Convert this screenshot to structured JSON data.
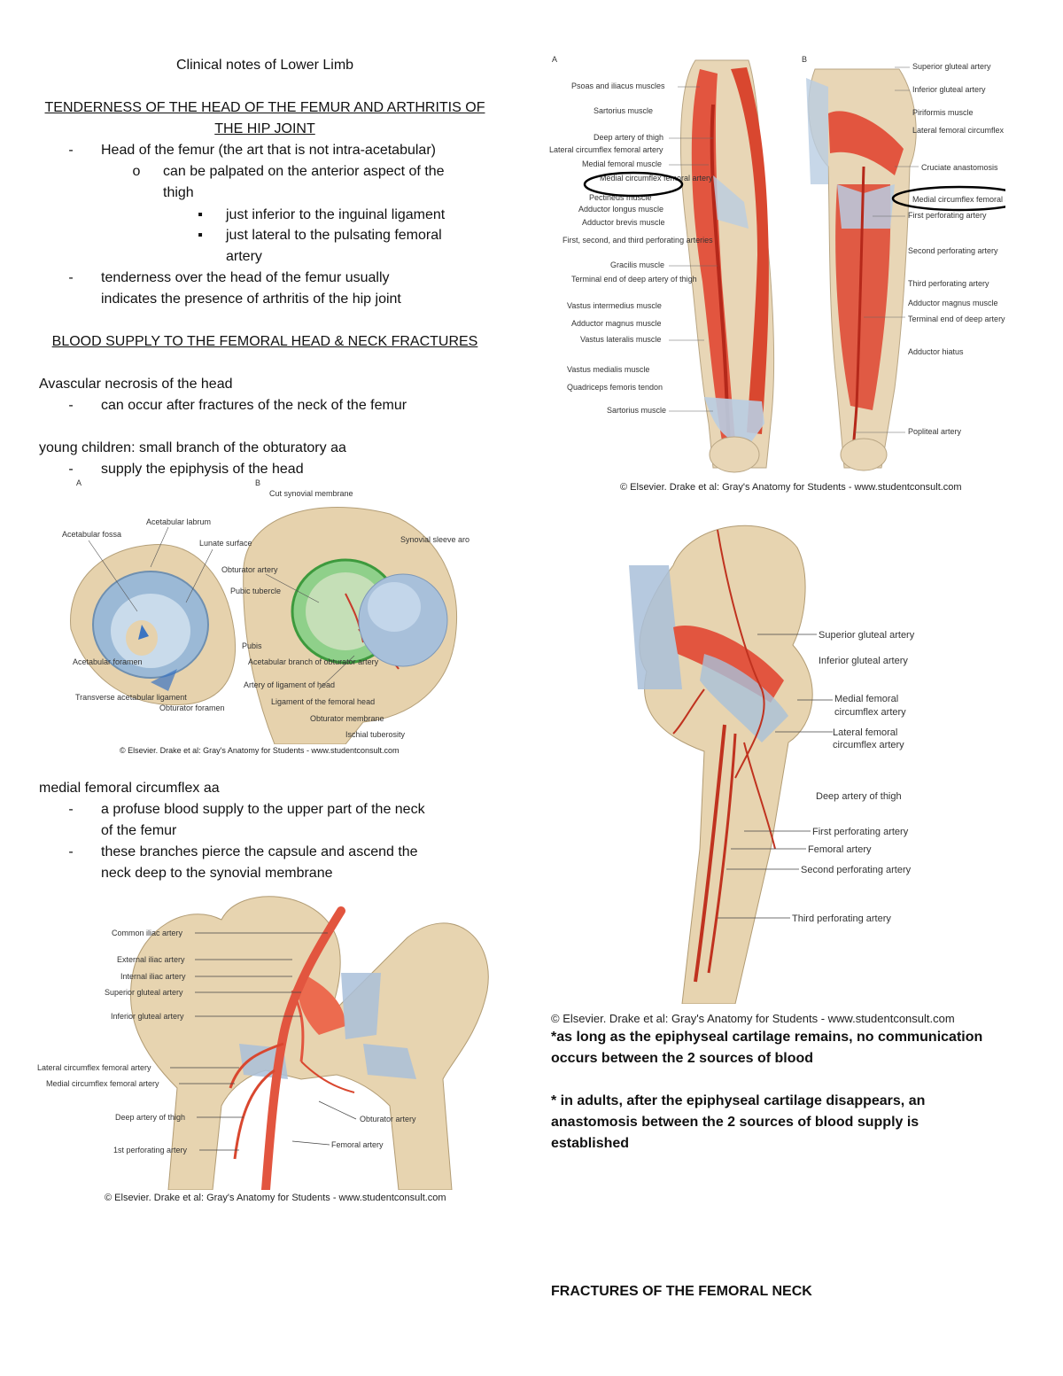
{
  "left": {
    "title": "Clinical notes of Lower Limb",
    "h1_line1": "TENDERNESS OF THE HEAD OF THE FEMUR AND ARTHRITIS OF",
    "h1_line2": "THE HIP JOINT",
    "b1": "Head of the femur (the art that is not intra-acetabular)",
    "b1a_l1": "can be palpated on the anterior aspect of the",
    "b1a_l2": "thigh",
    "b1a1": "just inferior to the inguinal ligament",
    "b1a2_l1": "just lateral to the pulsating femoral",
    "b1a2_l2": "artery",
    "b2_l1": "tenderness over the head of the femur usually",
    "b2_l2": "indicates the presence of arthritis of the hip joint",
    "h2": "BLOOD SUPPLY TO THE FEMORAL HEAD & NECK FRACTURES",
    "p1": "Avascular necrosis of the head",
    "p1b": "can occur after fractures of the neck of the femur",
    "p2": "young children: small branch of the obturatory aa",
    "p2b": "supply the epiphysis of the head",
    "p3": "medial femoral circumflex aa",
    "p3b_l1": "a profuse blood supply to the upper part of the neck",
    "p3b_l2": "of the femur",
    "p3c_l1": "these branches pierce the capsule and ascend the",
    "p3c_l2": "neck deep to the synovial membrane",
    "dash": "-",
    "circle": "o",
    "square": "▪"
  },
  "right": {
    "note1_l1": "*as long as the epiphyseal cartilage remains, no communication",
    "note1_l2": "occurs between the 2 sources of blood",
    "note2_l1": "* in adults, after the epiphyseal cartilage disappears, an",
    "note2_l2": "anastomosis between the 2 sources of blood supply is",
    "note2_l3": "established",
    "h3": "FRACTURES OF THE FEMORAL NECK"
  },
  "figures": {
    "fig1": {
      "panel_a": "A",
      "panel_b": "B",
      "caption": "© Elsevier. Drake et al: Gray's Anatomy for Students - www.studentconsult.com",
      "labels_left": [
        "Psoas and iliacus muscles",
        "Sartorius muscle",
        "Deep artery of thigh",
        "Lateral circumflex femoral artery",
        "Medial femoral muscle",
        "Medial circumflex femoral artery",
        "Pectineus muscle",
        "Adductor longus muscle",
        "Adductor brevis muscle",
        "First, second, and third perforating arteries",
        "Gracilis muscle",
        "Terminal end of deep artery of thigh",
        "Vastus intermedius muscle",
        "Adductor magnus muscle",
        "Vastus lateralis muscle",
        "Vastus medialis muscle",
        "Quadriceps femoris tendon",
        "Sartorius muscle"
      ],
      "labels_right": [
        "Superior gluteal artery",
        "Inferior gluteal artery",
        "Piriformis muscle",
        "Lateral femoral circumflex artery",
        "Cruciate anastomosis",
        "Medial circumflex femoral artery",
        "First perforating artery",
        "Second perforating artery",
        "Third perforating artery",
        "Adductor magnus muscle",
        "Terminal end of deep artery of thigh",
        "Adductor hiatus",
        "Popliteal artery"
      ]
    },
    "fig2": {
      "panel_a": "A",
      "panel_b": "B",
      "caption": "© Elsevier. Drake et al: Gray's Anatomy for Students - www.studentconsult.com",
      "labels": [
        "Cut synovial membrane",
        "Acetabular labrum",
        "Acetabular fossa",
        "Lunate surface",
        "Synovial sleeve around ligament",
        "Obturator artery",
        "Pubic tubercle",
        "Pubis",
        "Acetabular branch of obturator artery",
        "Artery of ligament of head",
        "Ligament of the femoral head",
        "Acetabular foramen",
        "Transverse acetabular ligament",
        "Obturator foramen",
        "Obturator membrane",
        "Ischial tuberosity"
      ]
    },
    "fig3": {
      "caption": "© Elsevier. Drake et al: Gray's Anatomy for Students - www.studentconsult.com",
      "labels": [
        "Superior gluteal artery",
        "Inferior gluteal artery",
        "Medial femoral",
        "circumflex artery",
        "Lateral femoral",
        "circumflex artery",
        "Deep artery of thigh",
        "First perforating artery",
        "Femoral artery",
        "Second perforating artery",
        "Third perforating artery"
      ]
    },
    "fig4": {
      "caption": "© Elsevier. Drake et al: Gray's Anatomy for Students - www.studentconsult.com",
      "labels": [
        "Common iliac artery",
        "External iliac artery",
        "Internal iliac artery",
        "Superior gluteal artery",
        "Inferior gluteal artery",
        "Lateral circumflex femoral artery",
        "Medial circumflex femoral artery",
        "Deep artery of thigh",
        "1st perforating artery",
        "Obturator artery",
        "Femoral artery"
      ]
    }
  }
}
